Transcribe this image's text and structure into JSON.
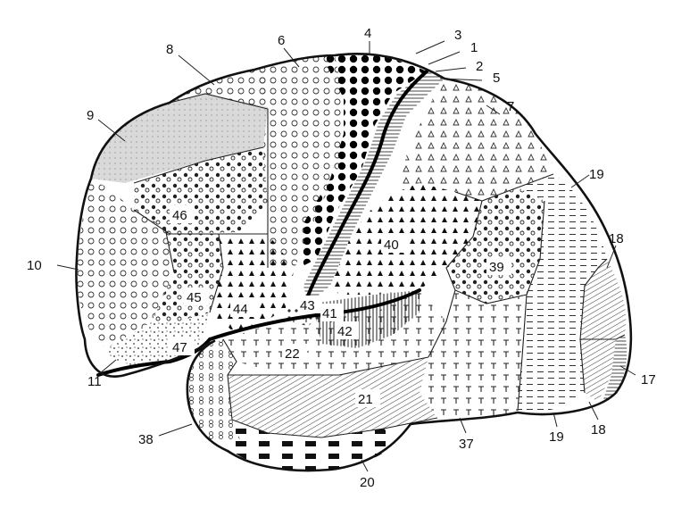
{
  "labels": {
    "l1": "1",
    "l2": "2",
    "l3": "3",
    "l4": "4",
    "l5": "5",
    "l6": "6",
    "l7": "7",
    "l8": "8",
    "l9": "9",
    "l10": "10",
    "l11": "11",
    "l17": "17",
    "l18a": "18",
    "l18b": "18",
    "l19a": "19",
    "l19b": "19",
    "l20": "20",
    "l21": "21",
    "l22": "22",
    "l37": "37",
    "l38": "38",
    "l39": "39",
    "l40": "40",
    "l41": "41",
    "l42": "42",
    "l43": "43",
    "l44": "44",
    "l45": "45",
    "l46": "46",
    "l47": "47"
  }
}
